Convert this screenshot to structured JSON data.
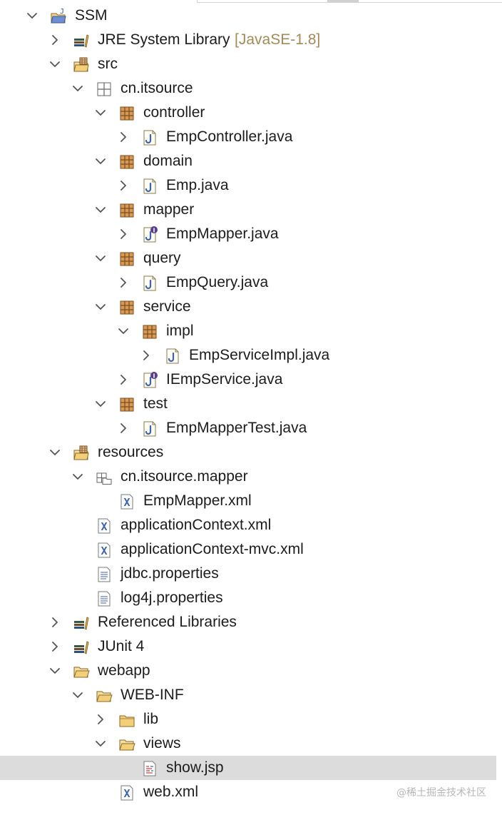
{
  "tree": [
    {
      "id": "ssm",
      "label": "SSM",
      "depth": 0,
      "expanded": true,
      "icon": "java-project-icon"
    },
    {
      "id": "jre",
      "label": "JRE System Library",
      "decor": "[JavaSE-1.8]",
      "depth": 1,
      "expanded": false,
      "icon": "library-icon"
    },
    {
      "id": "src",
      "label": "src",
      "depth": 1,
      "expanded": true,
      "icon": "source-folder-icon"
    },
    {
      "id": "cn-itsource",
      "label": "cn.itsource",
      "depth": 2,
      "expanded": true,
      "icon": "package-empty-icon"
    },
    {
      "id": "controller",
      "label": "controller",
      "depth": 3,
      "expanded": true,
      "icon": "package-icon"
    },
    {
      "id": "empcontroller",
      "label": "EmpController.java",
      "depth": 4,
      "expanded": false,
      "icon": "java-file-icon"
    },
    {
      "id": "domain",
      "label": "domain",
      "depth": 3,
      "expanded": true,
      "icon": "package-icon"
    },
    {
      "id": "emp",
      "label": "Emp.java",
      "depth": 4,
      "expanded": false,
      "icon": "java-file-icon"
    },
    {
      "id": "mapper",
      "label": "mapper",
      "depth": 3,
      "expanded": true,
      "icon": "package-icon"
    },
    {
      "id": "empmapper",
      "label": "EmpMapper.java",
      "depth": 4,
      "expanded": false,
      "icon": "java-interface-icon"
    },
    {
      "id": "query",
      "label": "query",
      "depth": 3,
      "expanded": true,
      "icon": "package-icon"
    },
    {
      "id": "empquery",
      "label": "EmpQuery.java",
      "depth": 4,
      "expanded": false,
      "icon": "java-file-icon"
    },
    {
      "id": "service",
      "label": "service",
      "depth": 3,
      "expanded": true,
      "icon": "package-icon"
    },
    {
      "id": "impl",
      "label": "impl",
      "depth": 4,
      "expanded": true,
      "icon": "package-icon"
    },
    {
      "id": "empserviceimpl",
      "label": "EmpServiceImpl.java",
      "depth": 5,
      "expanded": false,
      "icon": "java-file-icon"
    },
    {
      "id": "iempservice",
      "label": "IEmpService.java",
      "depth": 4,
      "expanded": false,
      "icon": "java-interface-icon"
    },
    {
      "id": "test",
      "label": "test",
      "depth": 3,
      "expanded": true,
      "icon": "package-icon"
    },
    {
      "id": "empmappertest",
      "label": "EmpMapperTest.java",
      "depth": 4,
      "expanded": false,
      "icon": "java-file-icon"
    },
    {
      "id": "resources",
      "label": "resources",
      "depth": 1,
      "expanded": true,
      "icon": "source-folder-icon"
    },
    {
      "id": "cn-itsource-mapper",
      "label": "cn.itsource.mapper",
      "depth": 2,
      "expanded": true,
      "icon": "package-folder-icon"
    },
    {
      "id": "empmapper-xml",
      "label": "EmpMapper.xml",
      "depth": 3,
      "leaf": true,
      "icon": "xml-file-icon"
    },
    {
      "id": "appctx",
      "label": "applicationContext.xml",
      "depth": 2,
      "leaf": true,
      "icon": "xml-file-icon"
    },
    {
      "id": "appctx-mvc",
      "label": "applicationContext-mvc.xml",
      "depth": 2,
      "leaf": true,
      "icon": "xml-file-icon"
    },
    {
      "id": "jdbc",
      "label": "jdbc.properties",
      "depth": 2,
      "leaf": true,
      "icon": "properties-file-icon"
    },
    {
      "id": "log4j",
      "label": "log4j.properties",
      "depth": 2,
      "leaf": true,
      "icon": "properties-file-icon"
    },
    {
      "id": "reflibs",
      "label": "Referenced Libraries",
      "depth": 1,
      "expanded": false,
      "icon": "library-icon"
    },
    {
      "id": "junit",
      "label": "JUnit 4",
      "depth": 1,
      "expanded": false,
      "icon": "library-icon"
    },
    {
      "id": "webapp",
      "label": "webapp",
      "depth": 1,
      "expanded": true,
      "icon": "folder-open-icon"
    },
    {
      "id": "webinf",
      "label": "WEB-INF",
      "depth": 2,
      "expanded": true,
      "icon": "folder-open-icon"
    },
    {
      "id": "lib",
      "label": "lib",
      "depth": 3,
      "expanded": false,
      "icon": "folder-icon"
    },
    {
      "id": "views",
      "label": "views",
      "depth": 3,
      "expanded": true,
      "icon": "folder-open-icon"
    },
    {
      "id": "showjsp",
      "label": "show.jsp",
      "depth": 4,
      "leaf": true,
      "icon": "jsp-file-icon",
      "selected": true
    },
    {
      "id": "webxml",
      "label": "web.xml",
      "depth": 3,
      "leaf": true,
      "icon": "xml-file-icon"
    }
  ],
  "watermark": "@稀土掘金技术社区",
  "colors": {
    "selection": "#dcdcdc",
    "decorator": "#a28a5a",
    "package": "#b06d2b",
    "java_blue": "#3d63a8",
    "interface_purple": "#5a3e8c"
  }
}
